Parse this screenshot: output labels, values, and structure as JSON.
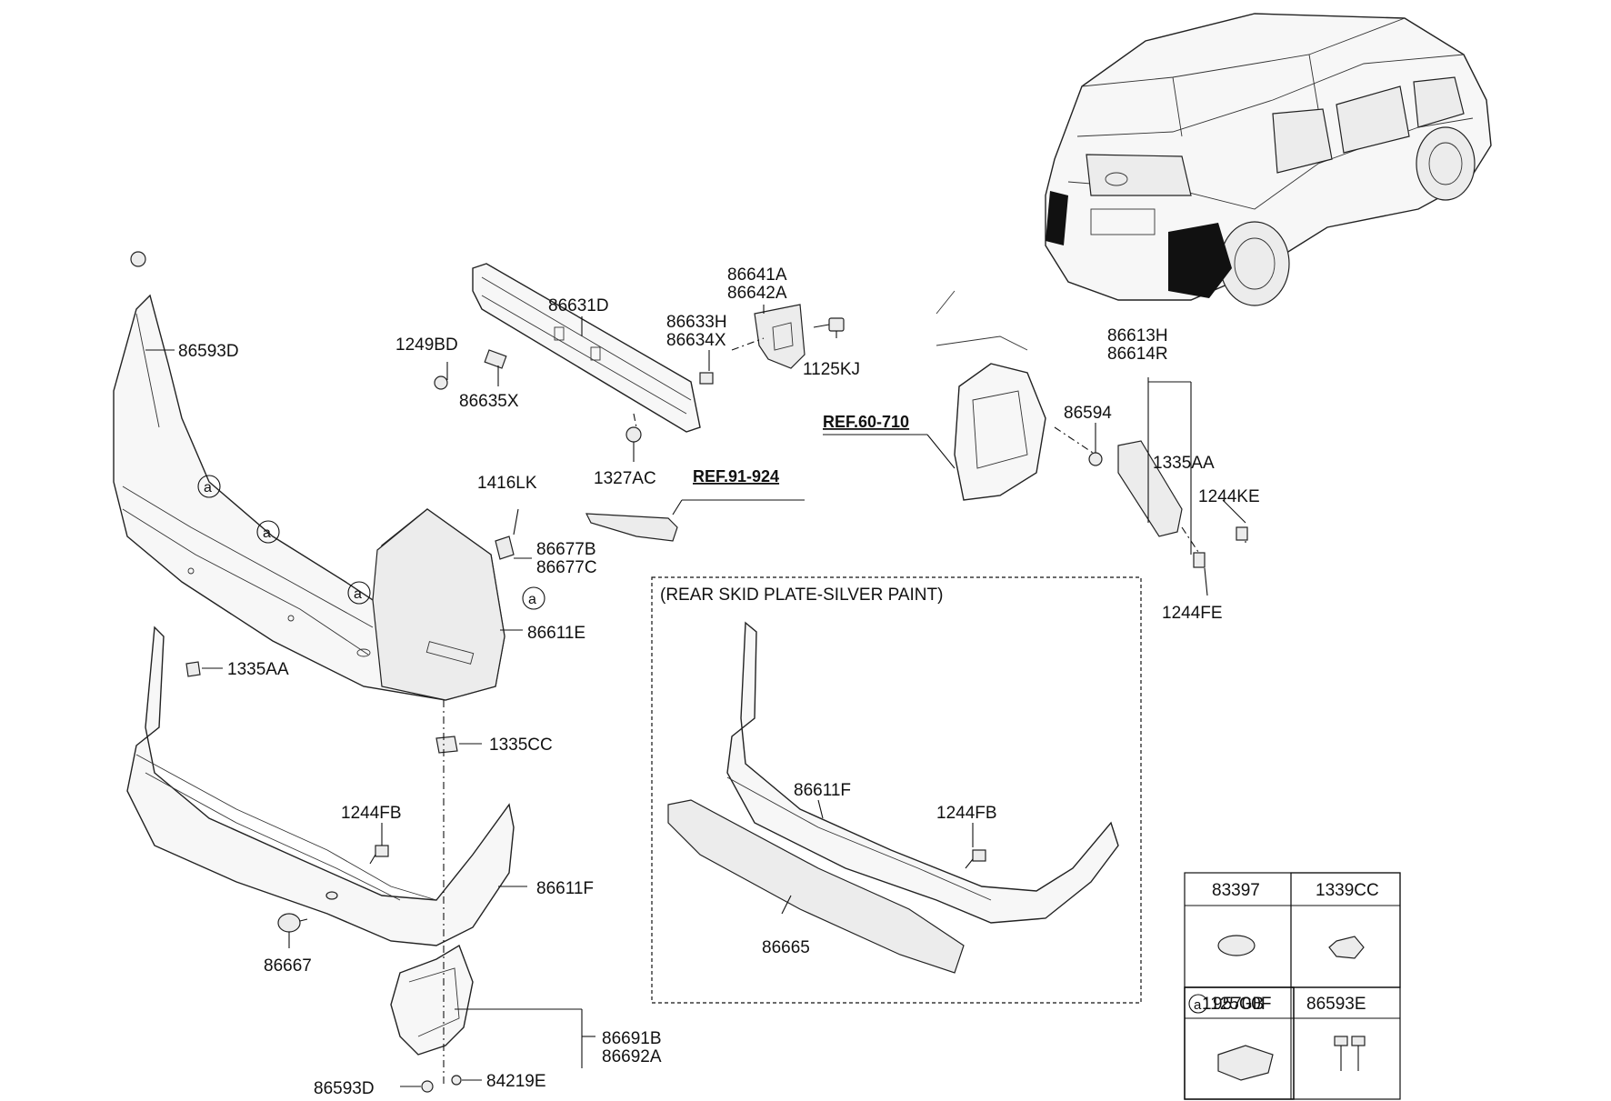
{
  "callout_marker": "a",
  "labels": {
    "l86593D_top": "86593D",
    "l1249BD": "1249BD",
    "l86635X": "86635X",
    "l86631D": "86631D",
    "l86641A": "86641A",
    "l86642A": "86642A",
    "l86633H": "86633H",
    "l86634X": "86634X",
    "l1125KJ": "1125KJ",
    "l1327AC": "1327AC",
    "l1416LK": "1416LK",
    "l86677B": "86677B",
    "l86677C": "86677C",
    "ref91": "REF.91-924",
    "ref60": "REF.60-710",
    "l86613H": "86613H",
    "l86614R": "86614R",
    "l86594": "86594",
    "l1335AA_r": "1335AA",
    "l1244KE": "1244KE",
    "l1244FE": "1244FE",
    "l86611E": "86611E",
    "l1335AA_l": "1335AA",
    "l1335CC": "1335CC",
    "l1244FB_l": "1244FB",
    "l86611F_l": "86611F",
    "l86667": "86667",
    "l86691B": "86691B",
    "l86692A": "86692A",
    "l84219E": "84219E",
    "l86593D_bot": "86593D",
    "skid_title": "(REAR SKID PLATE-SILVER PAINT)",
    "l86611F_c": "86611F",
    "l1244FB_c": "1244FB",
    "l86665": "86665"
  },
  "parts_table": {
    "headers_top": [
      "83397",
      "1339CC"
    ],
    "headers_bottom": [
      "95700F",
      "1125GB",
      "86593E"
    ],
    "marker": "a"
  }
}
